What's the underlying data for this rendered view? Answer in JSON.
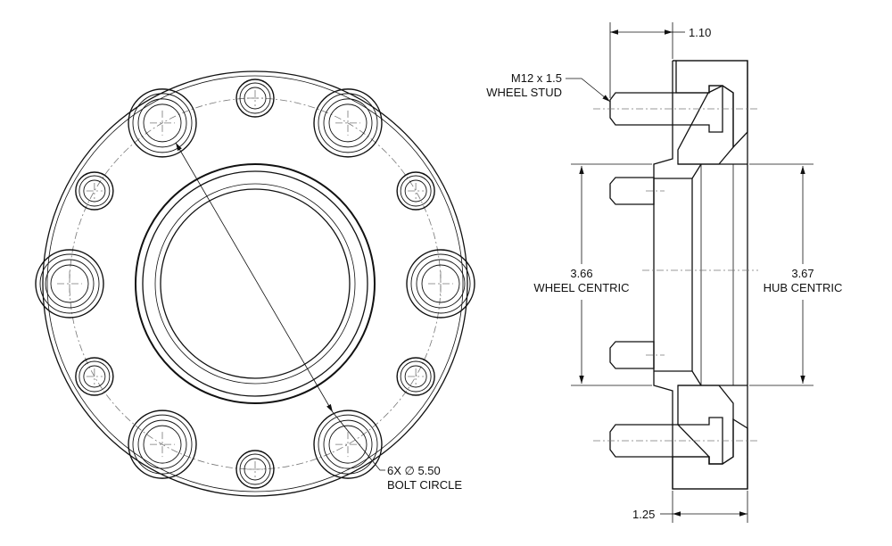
{
  "front_view": {
    "bolt_circle_dimension_line1": "6X ∅ 5.50",
    "bolt_circle_dimension_line2": "BOLT CIRCLE"
  },
  "side_view": {
    "stud_callout_line1": "M12 x 1.5",
    "stud_callout_line2": "WHEEL STUD",
    "top_dimension": "1.10",
    "bottom_dimension": "1.25",
    "left_dimension_value": "3.66",
    "left_dimension_label": "WHEEL CENTRIC",
    "right_dimension_value": "3.67",
    "right_dimension_label": "HUB CENTRIC"
  }
}
